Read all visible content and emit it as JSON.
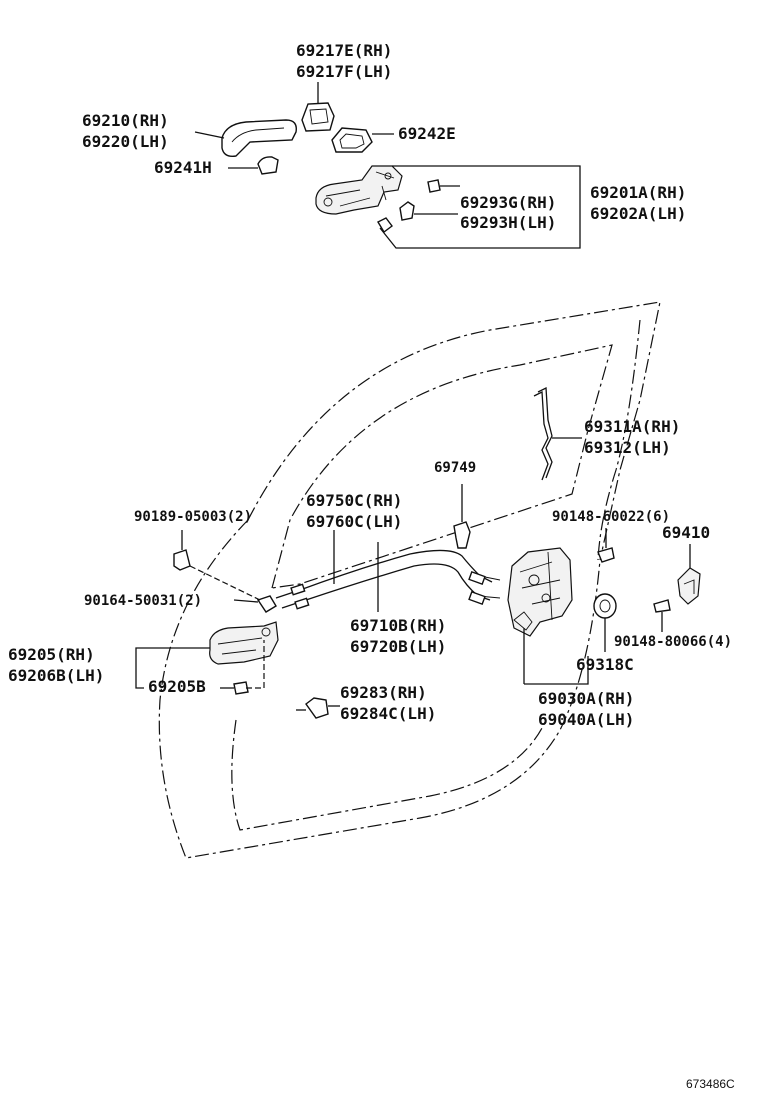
{
  "labels": {
    "p69217e": "69217E(RH)",
    "p69217f": "69217F(LH)",
    "p69210": "69210(RH)",
    "p69220": "69220(LH)",
    "p69242e": "69242E",
    "p69241h": "69241H",
    "p69201a": "69201A(RH)",
    "p69202a": "69202A(LH)",
    "p69293g": "69293G(RH)",
    "p69293h": "69293H(LH)",
    "p69311a": "69311A(RH)",
    "p69312": "69312(LH)",
    "p69749": "69749",
    "p69750c": "69750C(RH)",
    "p69760c": "69760C(LH)",
    "p90189": "90189-05003(2)",
    "p90148a": "90148-60022(6)",
    "p69410": "69410",
    "p90164": "90164-50031(2)",
    "p69710b": "69710B(RH)",
    "p69720b": "69720B(LH)",
    "p90148b": "90148-80066(4)",
    "p69205": "69205(RH)",
    "p69206b": "69206B(LH)",
    "p69205b": "69205B",
    "p69318c": "69318C",
    "p69283": "69283(RH)",
    "p69284c": "69284C(LH)",
    "p69030a": "69030A(RH)",
    "p69040a": "69040A(LH)",
    "ref": "673486C"
  }
}
